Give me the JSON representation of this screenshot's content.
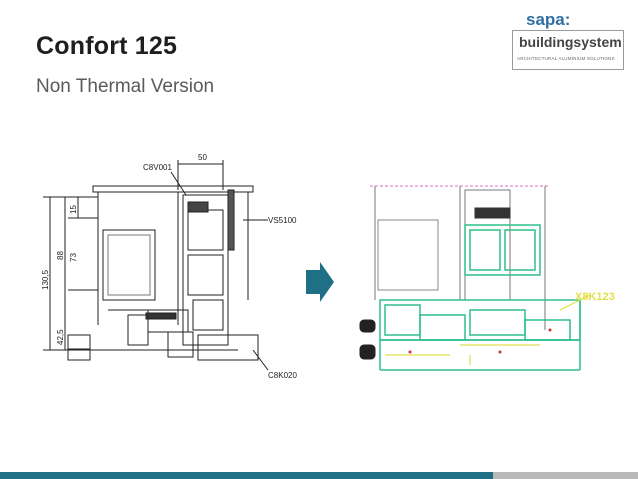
{
  "slide": {
    "title": "Confort 125",
    "subtitle": "Non Thermal Version"
  },
  "logo": {
    "brand": "sapa:",
    "name": "buildingsystem",
    "tagline": "ARCHITECTURAL ALUMINIUM SOLUTIONS"
  },
  "left_drawing": {
    "labels": {
      "c8v001": "C8V001",
      "dim_50": "50",
      "vs5100": "VS5100",
      "c8k020": "C8K020",
      "dim_15": "15",
      "dim_88": "88",
      "dim_73": "73",
      "dim_130_5": "130,5",
      "dim_42_5": "42,5"
    }
  },
  "right_drawing": {
    "labels": {
      "x8k123": "X8K123"
    }
  },
  "colors": {
    "title": "#1e1e1e",
    "subtitle": "#5a5a5a",
    "brand_blue": "#2f6fa3",
    "arrow": "#1f6f86",
    "highlight_profile": "#2fbf8a",
    "label_yellow": "#e0e04a",
    "footer_primary": "#1f6f86",
    "footer_secondary": "#b9b9b9"
  }
}
